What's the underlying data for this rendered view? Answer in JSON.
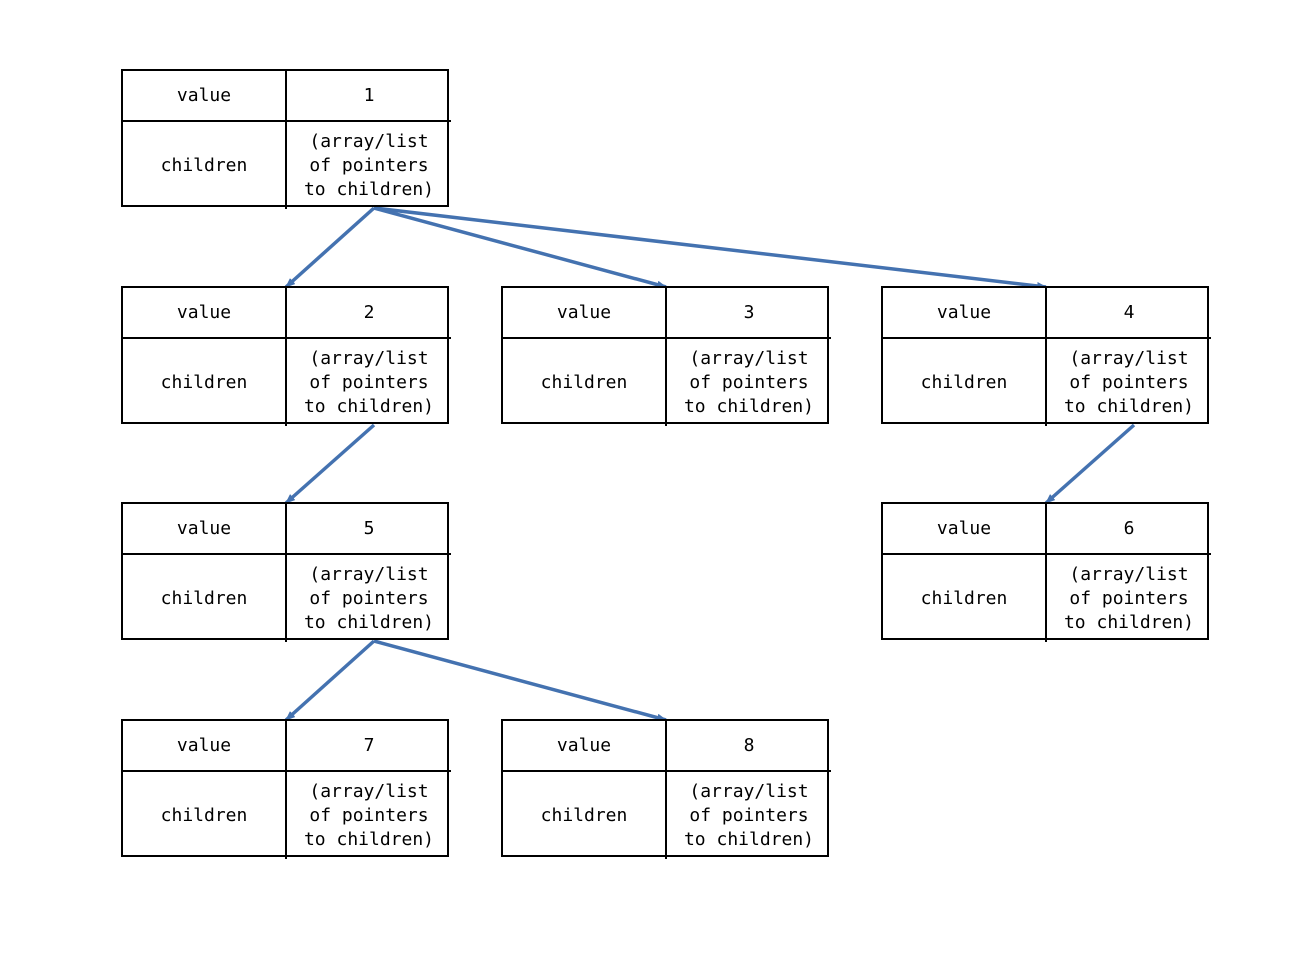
{
  "diagram": {
    "field_value_label": "value",
    "field_children_label": "children",
    "children_placeholder": "(array/list\nof pointers\nto children)",
    "edge_color": "#4472b0",
    "nodes": [
      {
        "id": "1",
        "value": "1"
      },
      {
        "id": "2",
        "value": "2"
      },
      {
        "id": "3",
        "value": "3"
      },
      {
        "id": "4",
        "value": "4"
      },
      {
        "id": "5",
        "value": "5"
      },
      {
        "id": "6",
        "value": "6"
      },
      {
        "id": "7",
        "value": "7"
      },
      {
        "id": "8",
        "value": "8"
      }
    ],
    "edges": [
      {
        "from": "1",
        "to": "2"
      },
      {
        "from": "1",
        "to": "3"
      },
      {
        "from": "1",
        "to": "4"
      },
      {
        "from": "2",
        "to": "5"
      },
      {
        "from": "4",
        "to": "6"
      },
      {
        "from": "5",
        "to": "7"
      },
      {
        "from": "5",
        "to": "8"
      }
    ]
  }
}
